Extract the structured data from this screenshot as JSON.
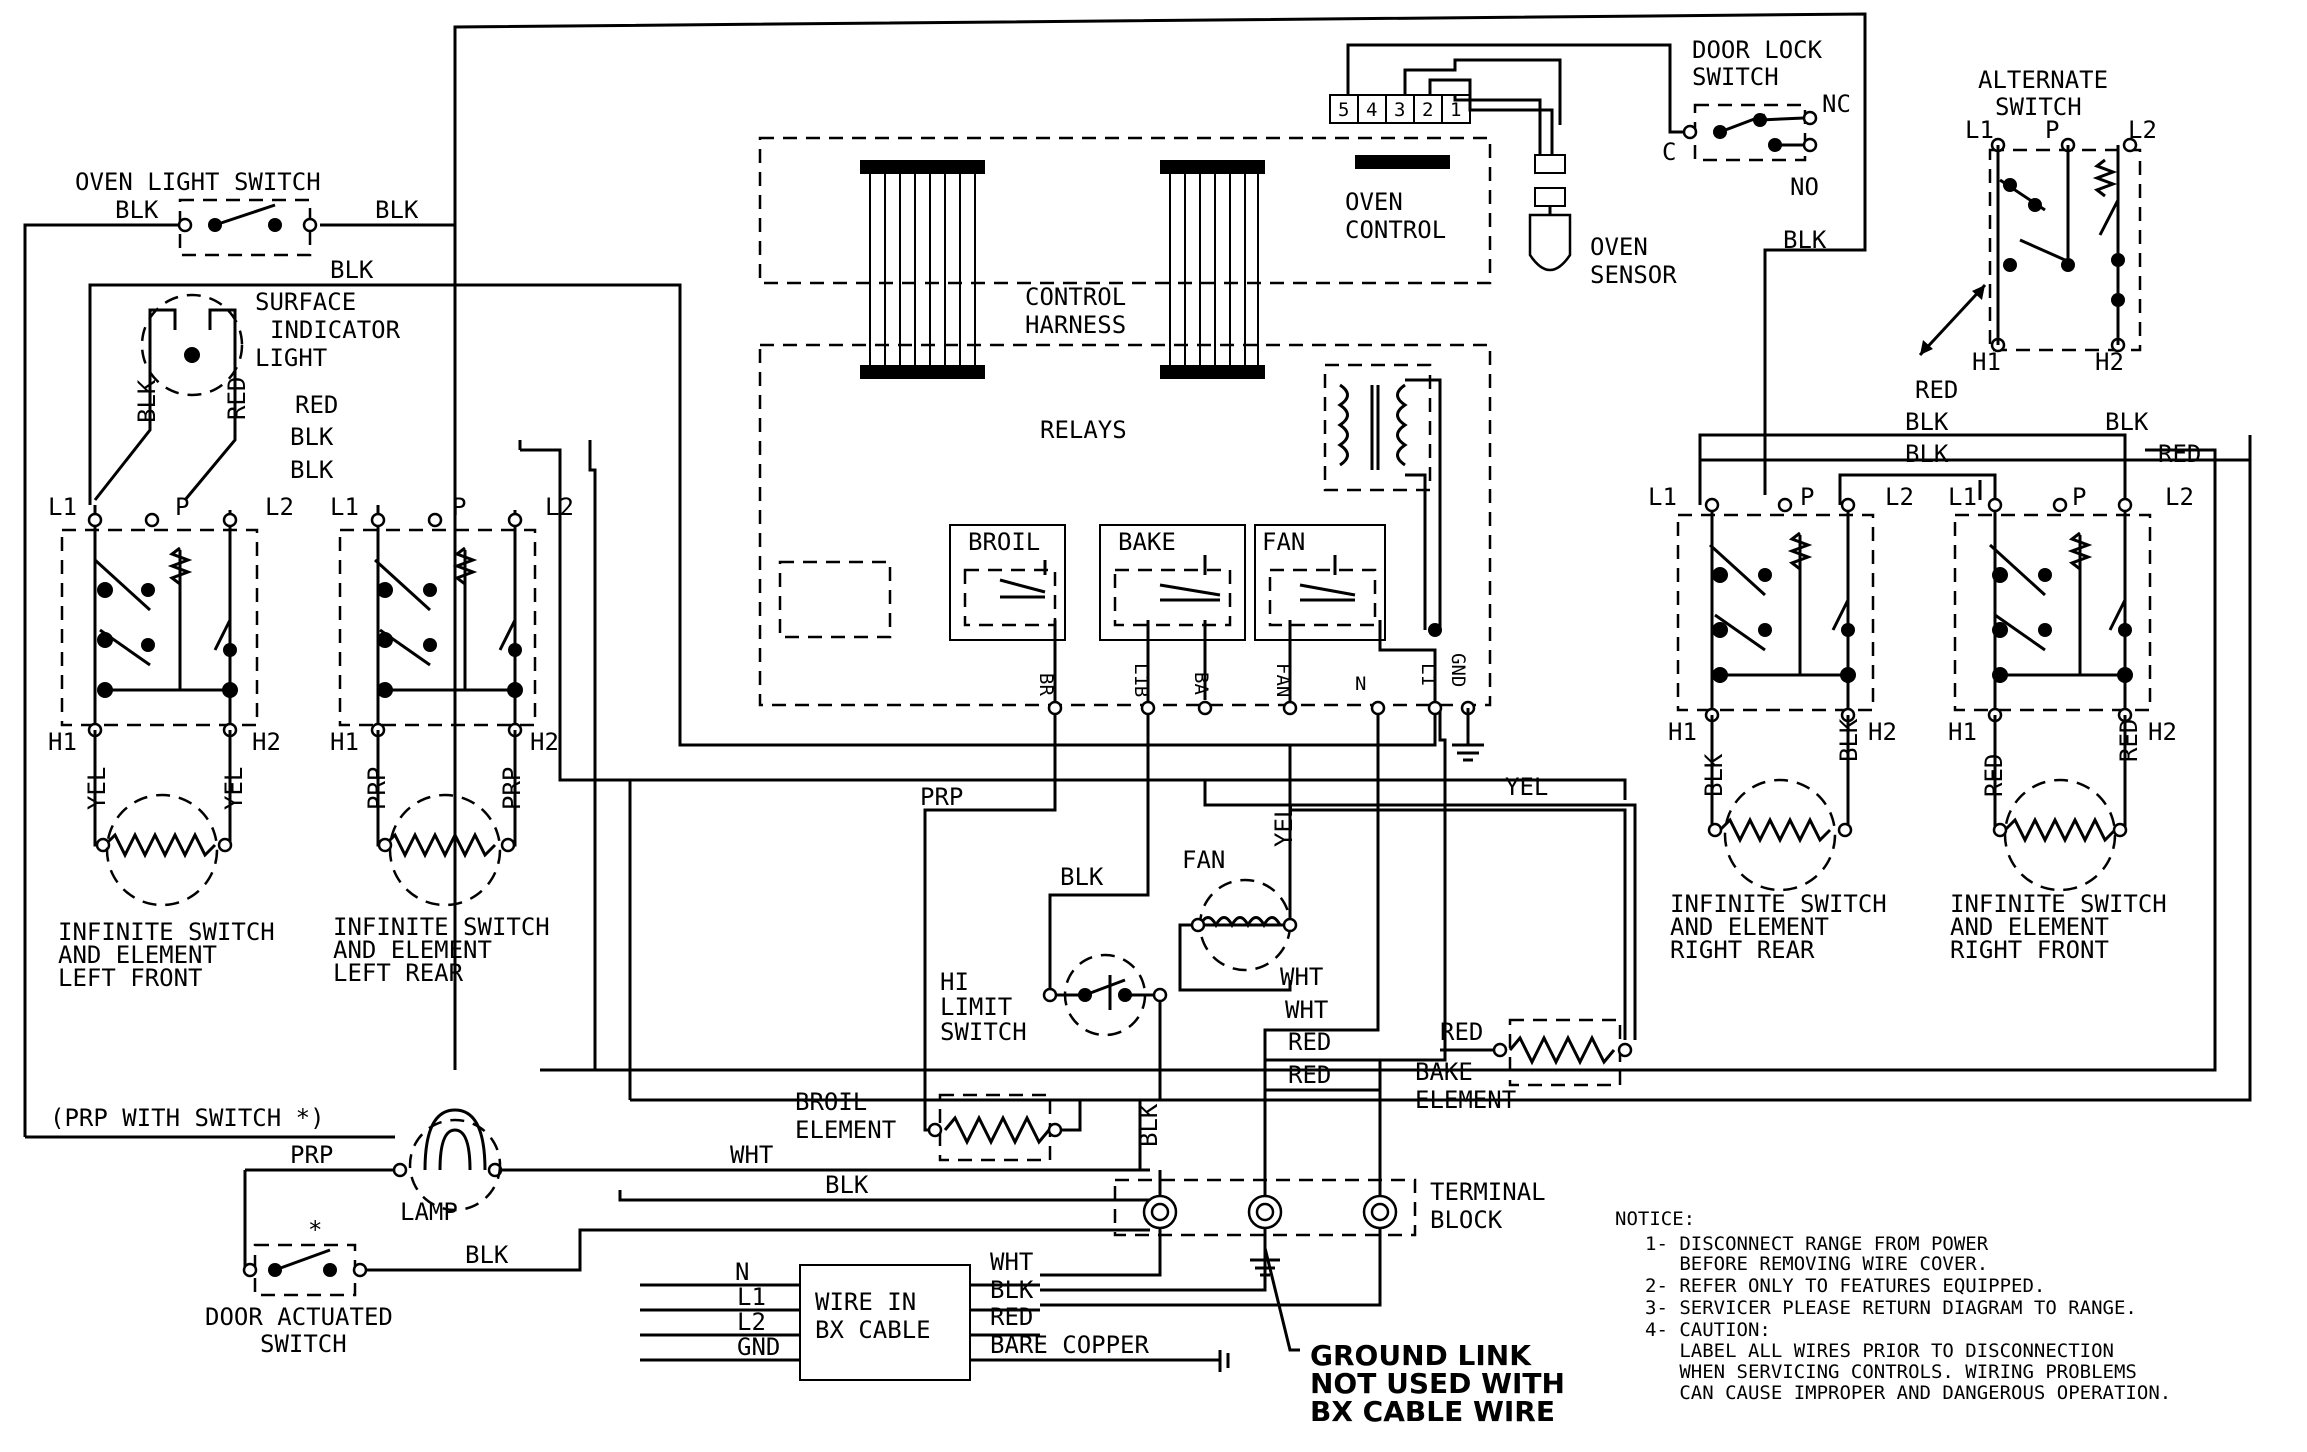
{
  "labels": {
    "oven_light_switch": "OVEN LIGHT SWITCH",
    "surface_indicator_1": "SURFACE",
    "surface_indicator_2": "INDICATOR",
    "surface_indicator_3": "LIGHT",
    "control_harness_1": "CONTROL",
    "control_harness_2": "HARNESS",
    "relays": "RELAYS",
    "broil": "BROIL",
    "bake": "BAKE",
    "fan": "FAN",
    "oven_control_1": "OVEN",
    "oven_control_2": "CONTROL",
    "oven_sensor_1": "OVEN",
    "oven_sensor_2": "SENSOR",
    "door_lock_1": "DOOR LOCK",
    "door_lock_2": "SWITCH",
    "alternate_1": "ALTERNATE",
    "alternate_2": "SWITCH",
    "hi_limit_1": "HI",
    "hi_limit_2": "LIMIT",
    "hi_limit_3": "SWITCH",
    "fan_motor": "FAN",
    "broil_element_1": "BROIL",
    "broil_element_2": "ELEMENT",
    "bake_element_1": "BAKE",
    "bake_element_2": "ELEMENT",
    "terminal_block_1": "TERMINAL",
    "terminal_block_2": "BLOCK",
    "lamp": "LAMP",
    "prp_with_switch": "(PRP WITH SWITCH *)",
    "door_actuated_1": "DOOR ACTUATED",
    "door_actuated_2": "SWITCH",
    "wire_in_1": "WIRE IN",
    "wire_in_2": "BX CABLE",
    "ground_link_1": "GROUND LINK",
    "ground_link_2": "NOT USED WITH",
    "ground_link_3": "BX CABLE WIRE",
    "lf_1": "INFINITE SWITCH",
    "lf_2": "AND ELEMENT",
    "lf_3": "LEFT FRONT",
    "lr_1": "INFINITE SWITCH",
    "lr_2": "AND ELEMENT",
    "lr_3": "LEFT REAR",
    "rr_1": "INFINITE SWITCH",
    "rr_2": "AND ELEMENT",
    "rr_3": "RIGHT REAR",
    "rf_1": "INFINITE SWITCH",
    "rf_2": "AND ELEMENT",
    "rf_3": "RIGHT FRONT",
    "nc": "NC",
    "no": "NO",
    "c": "C",
    "star": "*"
  },
  "connector_pins": [
    "5",
    "4",
    "3",
    "2",
    "1"
  ],
  "relay_terminals": [
    "BR",
    "L1B",
    "BA",
    "FAN",
    "N",
    "L1",
    "GND"
  ],
  "cable_wires": [
    {
      "terminal": "N",
      "color": "WHT"
    },
    {
      "terminal": "L1",
      "color": "BLK"
    },
    {
      "terminal": "L2",
      "color": "RED"
    },
    {
      "terminal": "GND",
      "color": "BARE COPPER"
    }
  ],
  "wire_colors": {
    "blk": "BLK",
    "red": "RED",
    "yel": "YEL",
    "prp": "PRP",
    "wht": "WHT"
  },
  "switch_terminals": {
    "l1": "L1",
    "l2": "L2",
    "p": "P",
    "h1": "H1",
    "h2": "H2"
  },
  "notice": {
    "heading": "NOTICE:",
    "lines": [
      "1- DISCONNECT RANGE FROM POWER",
      "   BEFORE REMOVING WIRE COVER.",
      "2- REFER ONLY TO FEATURES EQUIPPED.",
      "3- SERVICER PLEASE RETURN DIAGRAM TO RANGE.",
      "4- CAUTION:",
      "   LABEL ALL WIRES PRIOR TO DISCONNECTION",
      "   WHEN SERVICING CONTROLS. WIRING PROBLEMS",
      "   CAN CAUSE IMPROPER AND DANGEROUS OPERATION."
    ]
  }
}
